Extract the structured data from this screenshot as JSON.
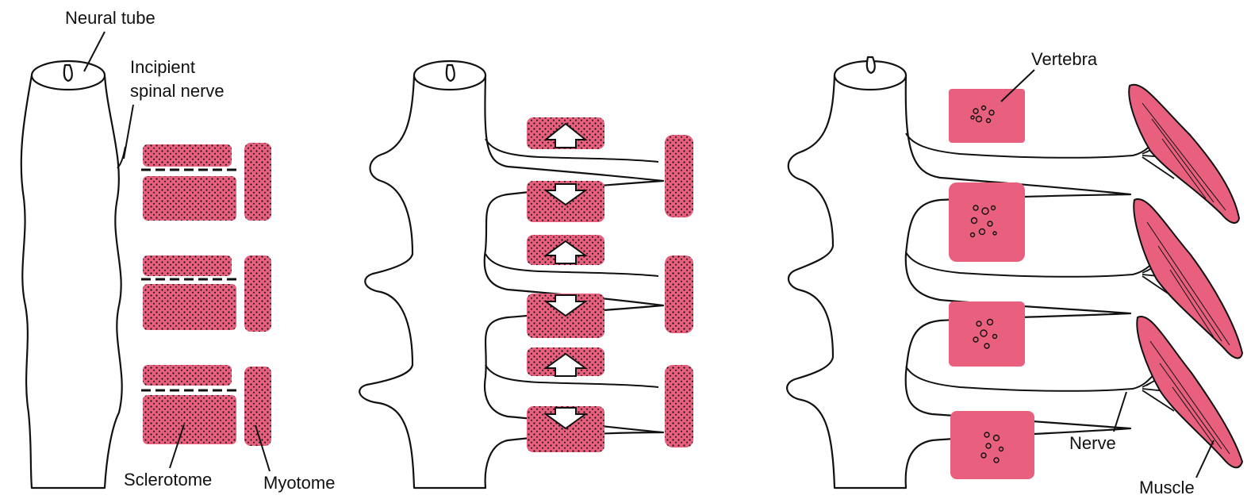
{
  "labels": {
    "neural_tube": "Neural tube",
    "incipient_line1": "Incipient",
    "incipient_line2": "spinal nerve",
    "sclerotome": "Sclerotome",
    "myotome": "Myotome",
    "vertebra": "Vertebra",
    "nerve": "Nerve",
    "muscle": "Muscle"
  },
  "colors": {
    "tissue_pink": "#e8607e",
    "outline": "#111111",
    "background": "#ffffff"
  },
  "panels": [
    {
      "stage": 1,
      "sclerotome_count": 3,
      "myotome_count": 3,
      "dashed_split_lines": 3
    },
    {
      "stage": 2,
      "sclerotome_halves": 6,
      "myotome_count": 3,
      "nerves": 3,
      "arrow_directions": [
        "up",
        "down",
        "up",
        "down",
        "up",
        "down"
      ]
    },
    {
      "stage": 3,
      "vertebrae": 4,
      "nerves": 3,
      "muscles": 3
    }
  ]
}
